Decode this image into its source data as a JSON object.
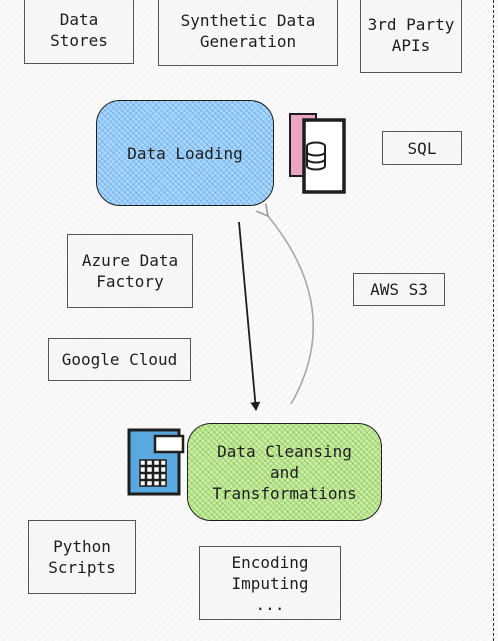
{
  "top": {
    "data_stores": "Data\nStores",
    "synthetic_data": "Synthetic Data\nGeneration",
    "third_party_apis": "3rd Party\nAPIs"
  },
  "main": {
    "data_loading": "Data Loading",
    "data_cleansing": "Data Cleansing\nand\nTransformations"
  },
  "tools": {
    "sql": "SQL",
    "azure": "Azure Data\nFactory",
    "aws_s3": "AWS S3",
    "google_cloud": "Google Cloud",
    "python_scripts": "Python\nScripts",
    "encoding": "Encoding\nImputing\n..."
  },
  "icons": {
    "database_file": "database-file-icon",
    "spreadsheet_file": "spreadsheet-file-icon"
  },
  "colors": {
    "loading_fill": "#a5d8ff",
    "cleansing_fill": "#c8eea0",
    "db_icon_pink": "#e8a6c4",
    "sheet_icon_blue": "#5aa8e0"
  }
}
